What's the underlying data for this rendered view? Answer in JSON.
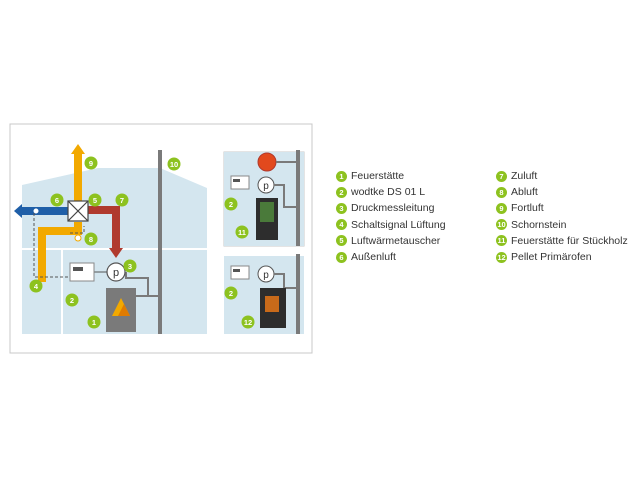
{
  "diagram": {
    "markers": [
      "1",
      "2",
      "3",
      "4",
      "5",
      "6",
      "7",
      "8",
      "9",
      "10",
      "11",
      "12",
      "2",
      "2"
    ],
    "pressure_symbol": "p",
    "colors": {
      "accent_green": "#8dc21f",
      "supply_air": "#f2a900",
      "exhaust_air": "#b03a2e",
      "outdoor_air": "#1f5fa8",
      "room_fill": "#d4e6ef",
      "chimney": "#7a7a7a"
    }
  },
  "legend": {
    "left": [
      {
        "num": "1",
        "label": "Feuerstätte"
      },
      {
        "num": "2",
        "label": "wodtke DS 01 L"
      },
      {
        "num": "3",
        "label": "Druckmessleitung"
      },
      {
        "num": "4",
        "label": "Schaltsignal Lüftung"
      },
      {
        "num": "5",
        "label": "Luftwärmetauscher"
      },
      {
        "num": "6",
        "label": "Außenluft"
      }
    ],
    "right": [
      {
        "num": "7",
        "label": "Zuluft"
      },
      {
        "num": "8",
        "label": "Abluft"
      },
      {
        "num": "9",
        "label": "Fortluft"
      },
      {
        "num": "10",
        "label": "Schornstein"
      },
      {
        "num": "11",
        "label": "Feuerstätte für Stückholz"
      },
      {
        "num": "12",
        "label": "Pellet Primärofen"
      }
    ]
  }
}
